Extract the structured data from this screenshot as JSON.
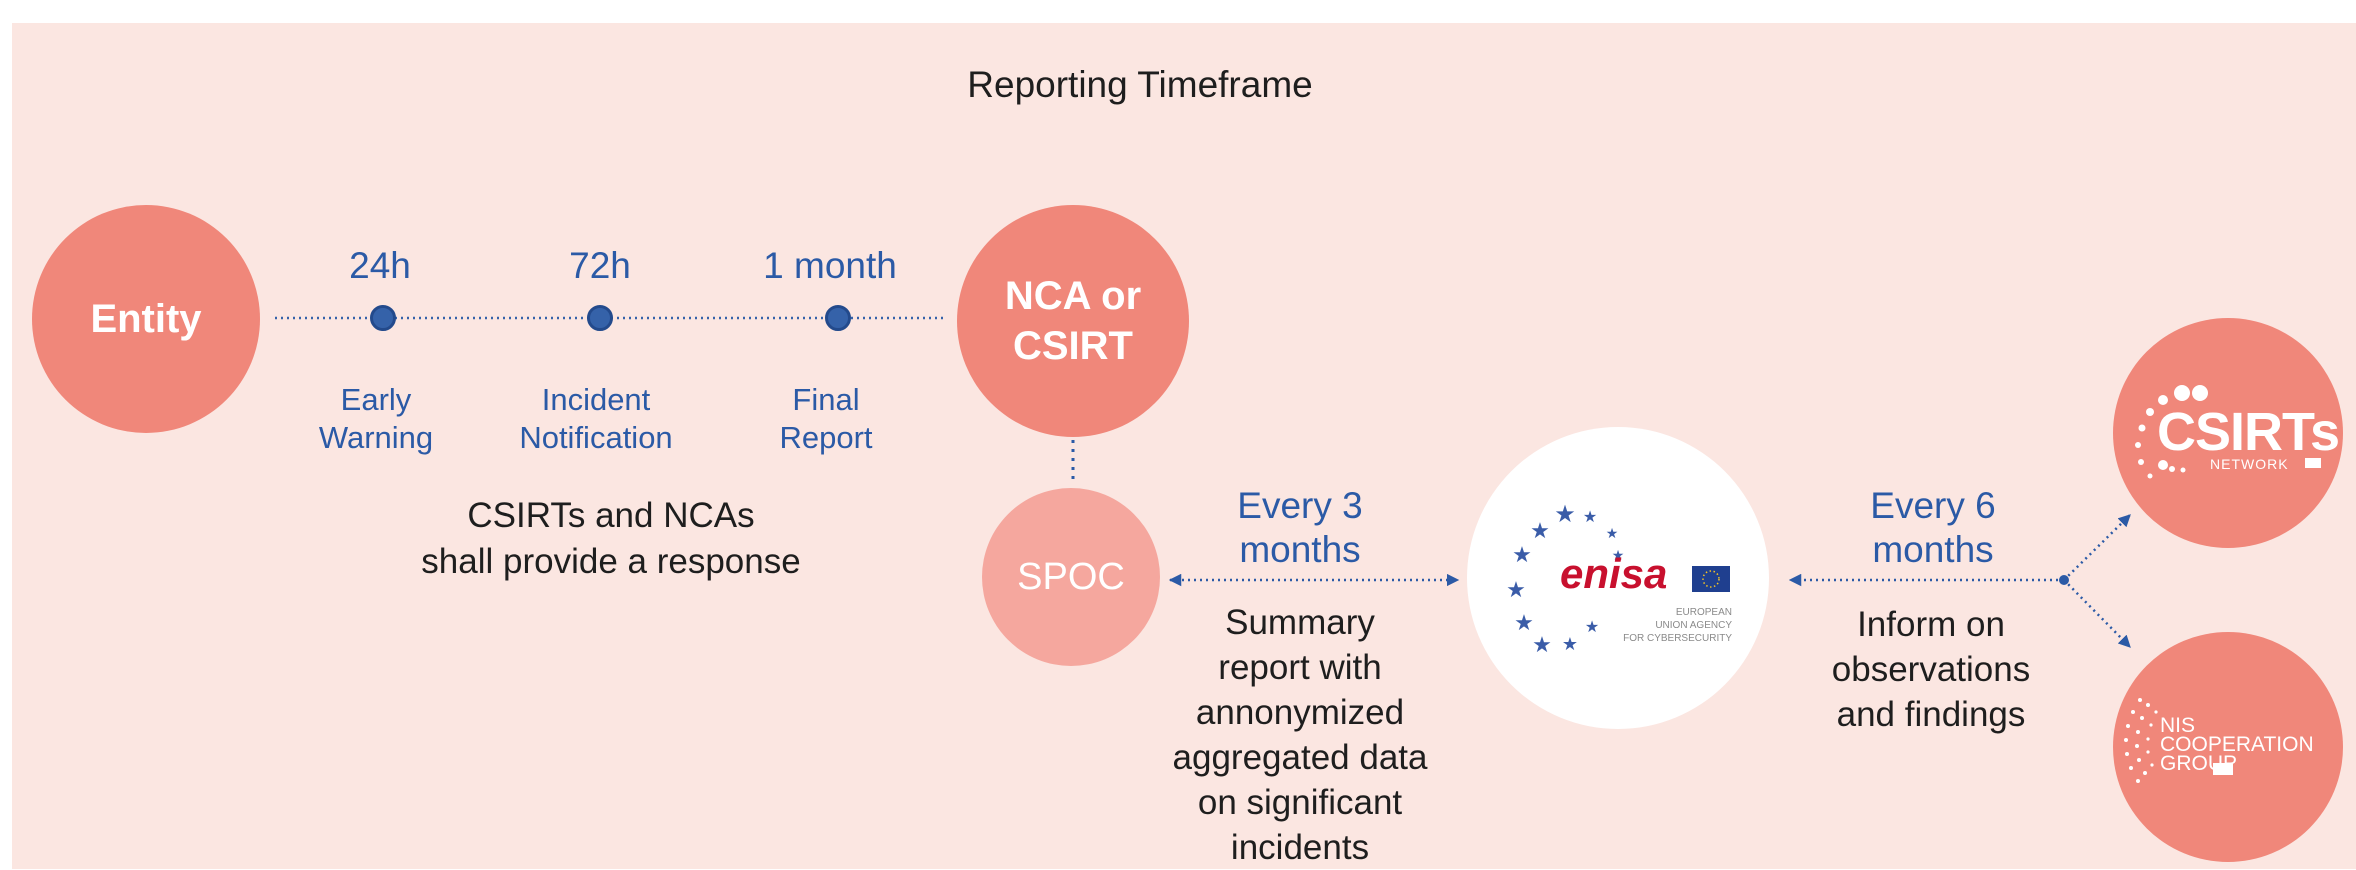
{
  "title": "Reporting Timeframe",
  "entity": {
    "label": "Entity"
  },
  "nca": {
    "label_line1": "NCA or",
    "label_line2": "CSIRT"
  },
  "spoc": {
    "label": "SPOC"
  },
  "milestones": [
    {
      "time": "24h",
      "desc_line1": "Early",
      "desc_line2": "Warning"
    },
    {
      "time": "72h",
      "desc_line1": "Incident",
      "desc_line2": "Notification"
    },
    {
      "time": "1 month",
      "desc_line1": "Final",
      "desc_line2": "Report"
    }
  ],
  "response_note": {
    "line1": "CSIRTs and NCAs",
    "line2": "shall provide a response"
  },
  "spoc_to_enisa": {
    "freq_line1": "Every 3",
    "freq_line2": "months",
    "desc_lines": [
      "Summary",
      "report with",
      "annonymized",
      "aggregated data",
      "on significant",
      "incidents"
    ]
  },
  "enisa": {
    "wordmark": "enisa",
    "sub_line1": "EUROPEAN",
    "sub_line2": "UNION AGENCY",
    "sub_line3": "FOR CYBERSECURITY"
  },
  "enisa_to_groups": {
    "freq_line1": "Every 6",
    "freq_line2": "months",
    "desc_line1": "Inform on",
    "desc_line2": "observations",
    "desc_line3": "and findings"
  },
  "csirts_network": {
    "name": "CSIRTs",
    "sub": "NETWORK"
  },
  "nis_group": {
    "line1": "NIS",
    "line2": "COOPERATION",
    "line3": "GROUP"
  },
  "colors": {
    "background": "#fbe6e1",
    "circle": "#f0877a",
    "spoc": "#f5a79e",
    "accent_blue": "#2b5aa6",
    "node_blue": "#3562a9",
    "enisa_red": "#c8102e"
  }
}
